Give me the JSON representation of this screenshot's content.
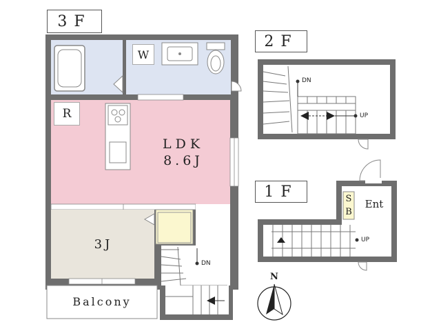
{
  "floors": {
    "third": "3F",
    "second": "2F",
    "first": "1F"
  },
  "rooms": {
    "ldk_name": "LDK",
    "ldk_size": "8.6J",
    "japanese_room": "3J",
    "washroom": "W",
    "refrigerator": "R",
    "balcony": "Balcony",
    "entrance": "Ent",
    "shoe_box": "SB"
  },
  "stairs": {
    "down": "DN",
    "up": "UP"
  },
  "compass": {
    "north": "N"
  },
  "colors": {
    "wall": "#6e6e6e",
    "ldk": "#f4cbd4",
    "japanese_room": "#e9e5dc",
    "bath": "#dde4f2",
    "shoe_box": "#fbf7cf"
  }
}
